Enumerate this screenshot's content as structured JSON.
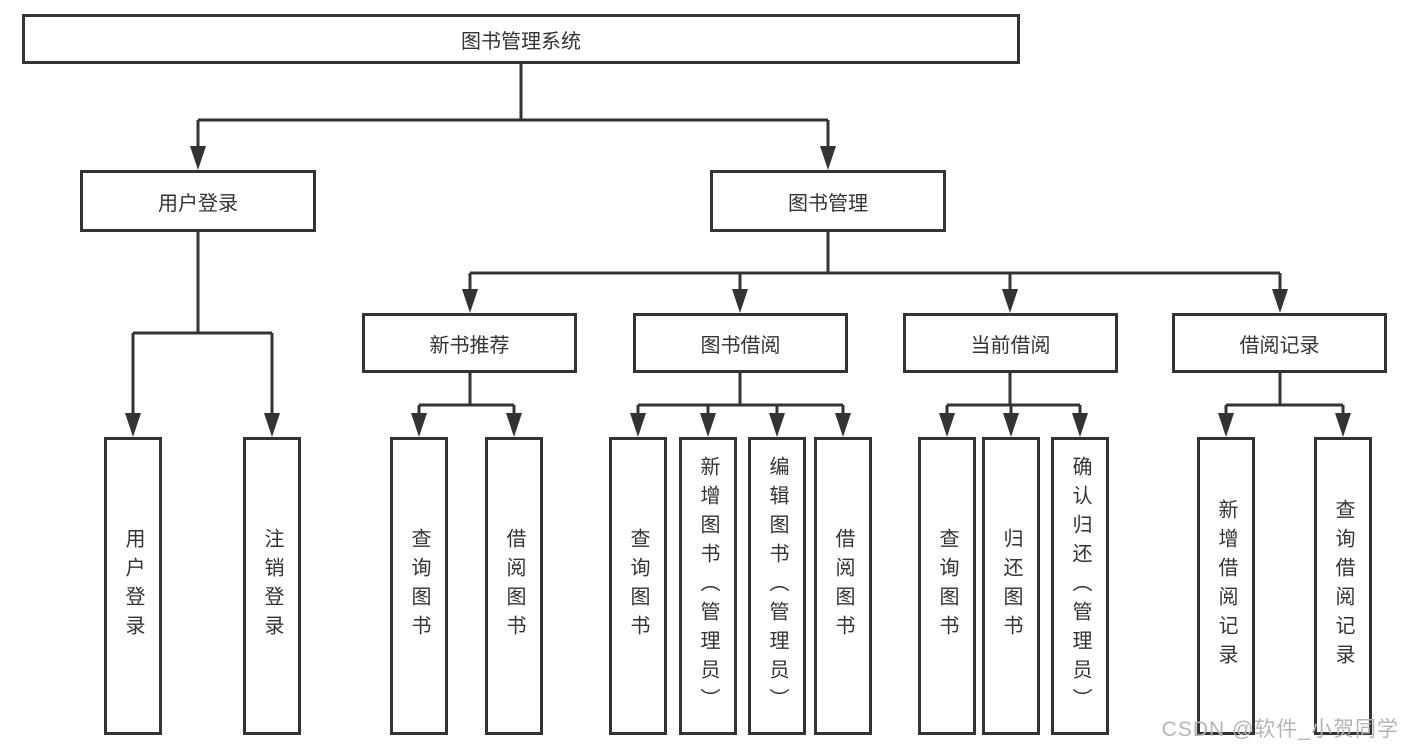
{
  "colors": {
    "line": "#333333",
    "text": "#333333",
    "box_fill": "#ffffff",
    "watermark": "#b5b5b5"
  },
  "watermark": {
    "text": "CSDN @软件_小贺同学"
  },
  "tree": {
    "root": {
      "label": "图书管理系统"
    },
    "branches": [
      {
        "label": "用户登录",
        "children": [
          {
            "label": "用户登录"
          },
          {
            "label": "注销登录"
          }
        ]
      },
      {
        "label": "图书管理",
        "children": [
          {
            "label": "新书推荐",
            "children": [
              {
                "label": "查询图书"
              },
              {
                "label": "借阅图书"
              }
            ]
          },
          {
            "label": "图书借阅",
            "children": [
              {
                "label": "查询图书"
              },
              {
                "label": "新增图书（管理员）"
              },
              {
                "label": "编辑图书（管理员）"
              },
              {
                "label": "借阅图书"
              }
            ]
          },
          {
            "label": "当前借阅",
            "children": [
              {
                "label": "查询图书"
              },
              {
                "label": "归还图书"
              },
              {
                "label": "确认归还（管理员）"
              }
            ]
          },
          {
            "label": "借阅记录",
            "children": [
              {
                "label": "新增借阅记录"
              },
              {
                "label": "查询借阅记录"
              }
            ]
          }
        ]
      }
    ]
  }
}
